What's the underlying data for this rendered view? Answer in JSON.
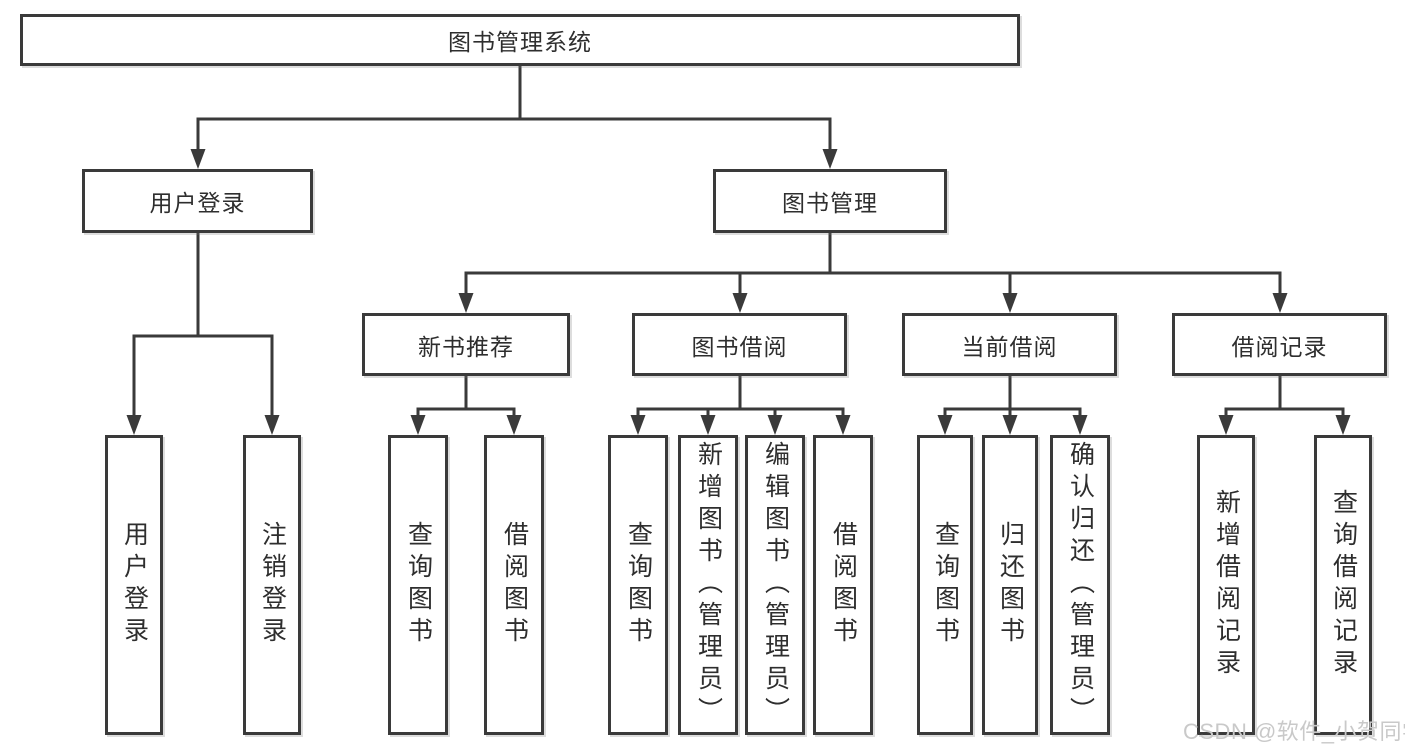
{
  "nodes": {
    "root": "图书管理系统",
    "user_login": "用户登录",
    "book_mgmt": "图书管理",
    "new_book_rec": "新书推荐",
    "book_borrow": "图书借阅",
    "current_borrow": "当前借阅",
    "borrow_records": "借阅记录",
    "leaf_user_login": "用户登录",
    "leaf_logout": "注销登录",
    "leaf_query_book_1": "查询图书",
    "leaf_borrow_book_1": "借阅图书",
    "leaf_query_book_2": "查询图书",
    "leaf_add_book": "新增图书（管理员）",
    "leaf_edit_book": "编辑图书（管理员）",
    "leaf_borrow_book_2": "借阅图书",
    "leaf_query_book_3": "查询图书",
    "leaf_return_book": "归还图书",
    "leaf_confirm_return": "确认归还（管理员）",
    "leaf_add_borrow_record": "新增借阅记录",
    "leaf_query_borrow_record": "查询借阅记录"
  },
  "colors": {
    "line": "#3a3a3a",
    "text": "#2e2e2e",
    "watermark": "#c9c9c9",
    "background": "#ffffff"
  },
  "watermark": "CSDN @软件_小贺同学"
}
